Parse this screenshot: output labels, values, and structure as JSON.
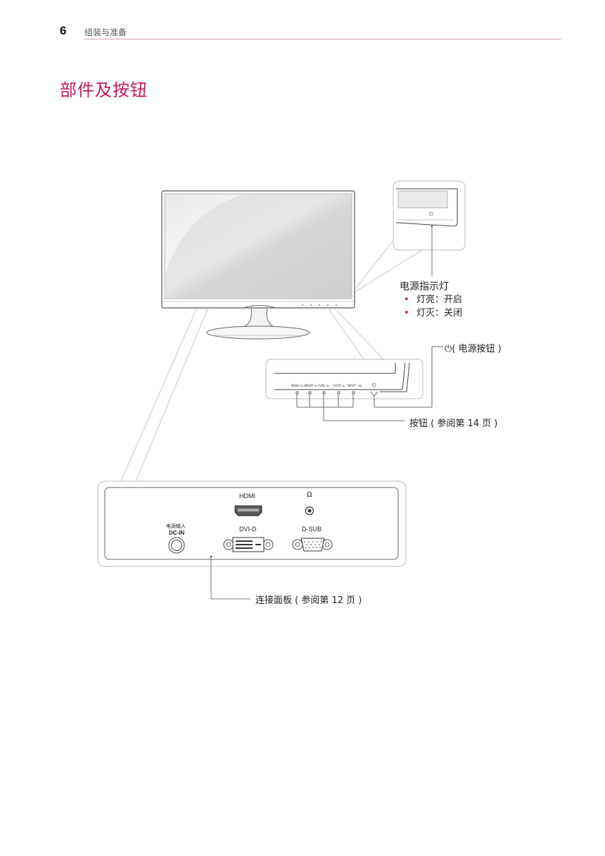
{
  "header": {
    "page_number": "6",
    "running_head": "组装与准备"
  },
  "section": {
    "title": "部件及按钮"
  },
  "power_indicator": {
    "title": "电源指示灯",
    "states": [
      "灯亮：开启",
      "灯灭：关闭"
    ],
    "bullet_color": "#c2185b"
  },
  "power_button": {
    "label": "( 电源按钮 )",
    "icon": "power-icon"
  },
  "buttons": {
    "label": "按钮 ( 参阅第 14 页 )",
    "keys": [
      "MENU",
      "SMART",
      "FUNC",
      "AUTO",
      "INPUT"
    ]
  },
  "connection_panel": {
    "label": "连接面板 ( 参阅第 12 页 )",
    "ports": {
      "hdmi": "HDMI",
      "headphone_icon": "headphone-icon",
      "dc_in_cn": "电源输入",
      "dc_in": "DC-IN",
      "dvi": "DVI-D",
      "dsub": "D-SUB"
    }
  },
  "accent_color": "#c2185b"
}
